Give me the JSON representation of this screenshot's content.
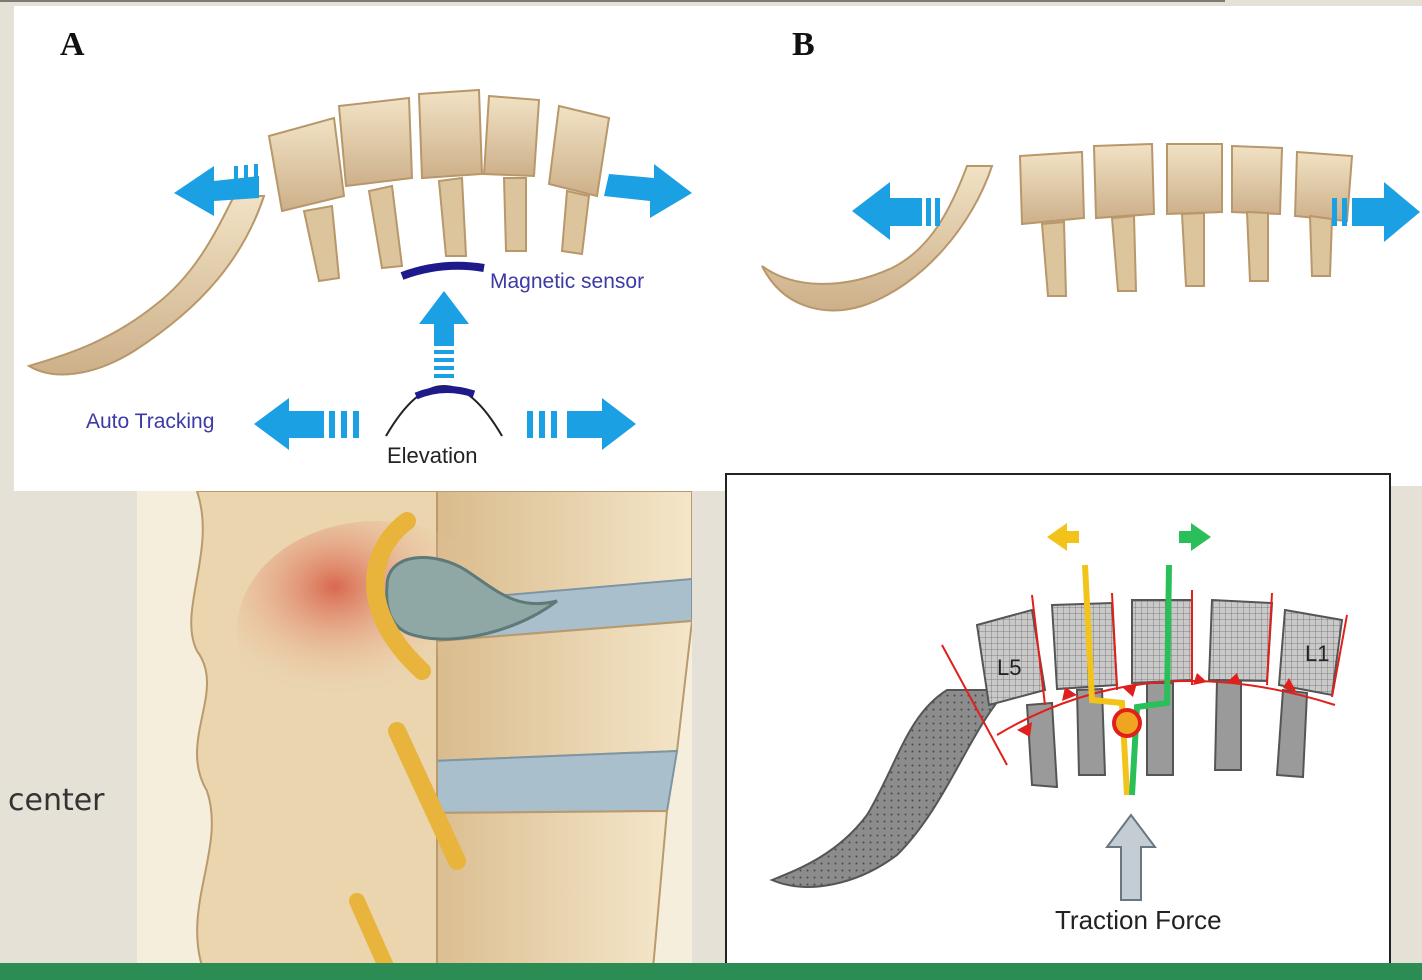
{
  "slide": {
    "side_text": "center"
  },
  "panelA": {
    "letter": "A",
    "magnetic_sensor_label": "Magnetic sensor",
    "auto_tracking_label": "Auto Tracking",
    "elevation_label": "Elevation"
  },
  "panelB": {
    "letter": "B"
  },
  "panelD": {
    "l5_label": "L5",
    "l1_label": "L1",
    "traction_label": "Traction Force"
  },
  "colors": {
    "bone": "#e9d6b4",
    "bone_shade": "#c9ad85",
    "arrow_blue": "#1aa0e3",
    "sensor_navy": "#1e1a8c",
    "disc_blue": "#a9bfcc",
    "nerve_yellow": "#e8b43c",
    "inflam_red": "#d9684e",
    "mesh_gray": "#8e8e8e",
    "red_line": "#e0201c",
    "accent_green": "#2bbf5a",
    "accent_yellow": "#f2c31a",
    "slide_band": "#2b8c54"
  }
}
